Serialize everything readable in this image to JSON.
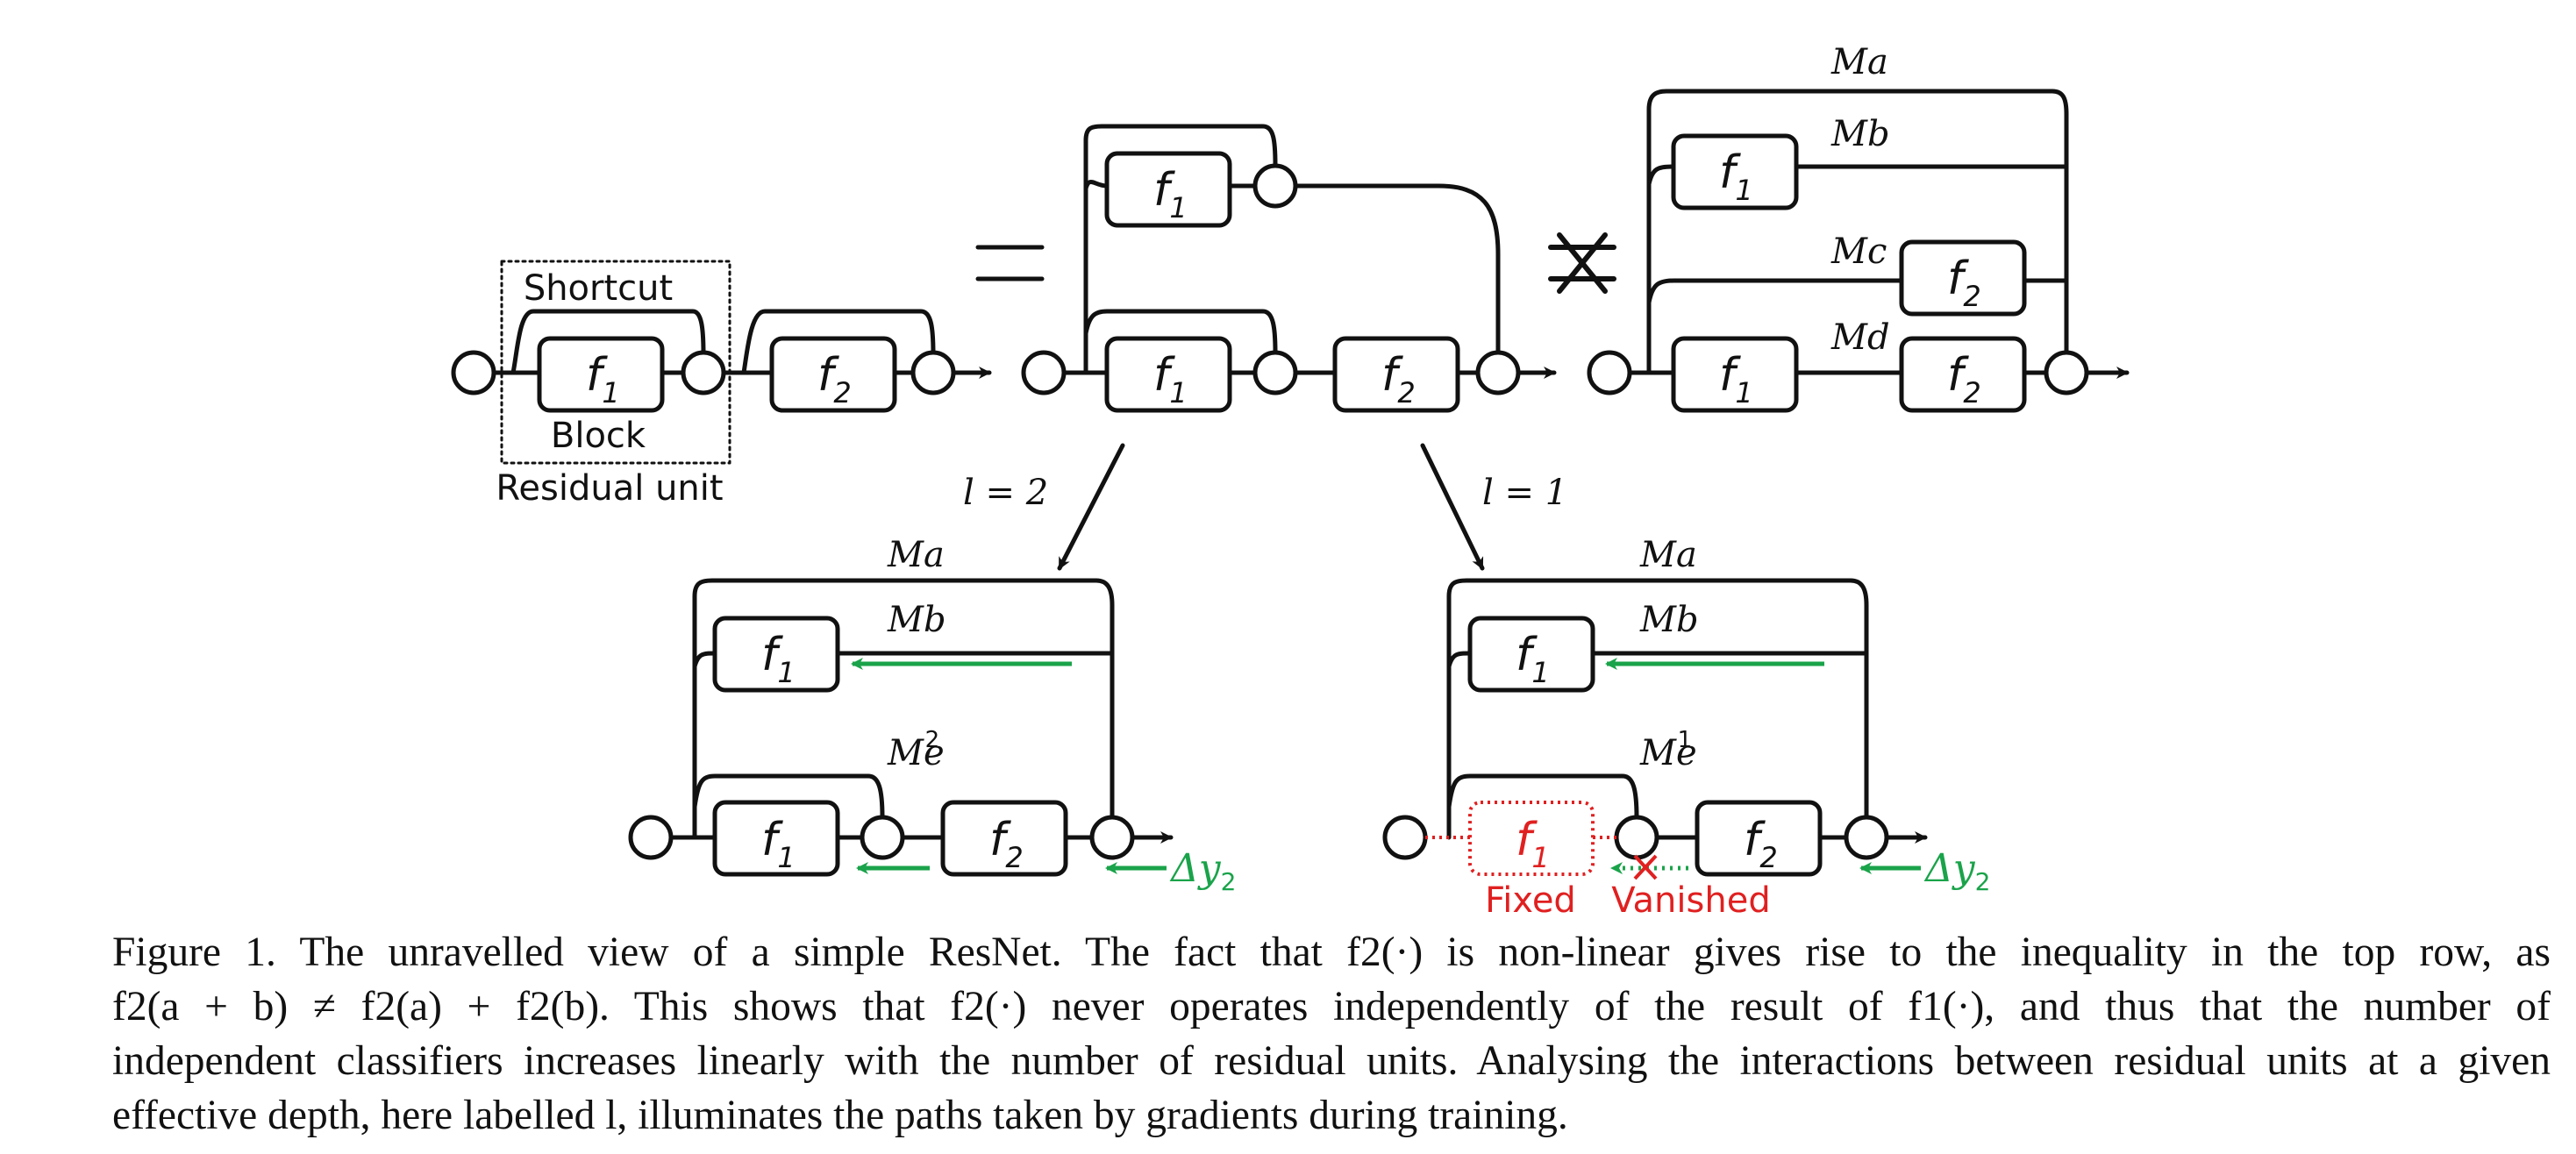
{
  "diagram": {
    "labels": {
      "shortcut": "Shortcut",
      "block": "Block",
      "residual_unit": "Residual unit",
      "equals": "=",
      "l2": "l = 2",
      "l1": "l = 1",
      "fixed": "Fixed",
      "vanished": "Vanished",
      "f1_base": "f",
      "f1_sub": "1",
      "f2_base": "f",
      "f2_sub": "2",
      "Ma": "Ma",
      "Mb": "Mb",
      "Mc": "Mc",
      "Md": "Md",
      "Me2": "Me",
      "Me2_sup": "2",
      "Me1": "Me",
      "Me1_sup": "1",
      "dy2": "Δy",
      "dy2_sub": "2"
    },
    "colors": {
      "line": "#111111",
      "gradient": "#1aa34a",
      "fixed": "#e02020"
    }
  },
  "caption": {
    "line1": "Figure 1.   The unravelled view of a simple ResNet.  The fact that f2(·) is non-linear gives rise to the inequality in the top row, as",
    "line2": "f2(a + b) ≠ f2(a) + f2(b).  This shows that f2(·) never operates independently of the result of f1(·), and thus that the number of",
    "line3": "independent classifiers increases linearly with the number of residual units. Analysing the interactions between residual units at a given",
    "line4": "effective depth, here labelled l, illuminates the paths taken by gradients during training."
  }
}
